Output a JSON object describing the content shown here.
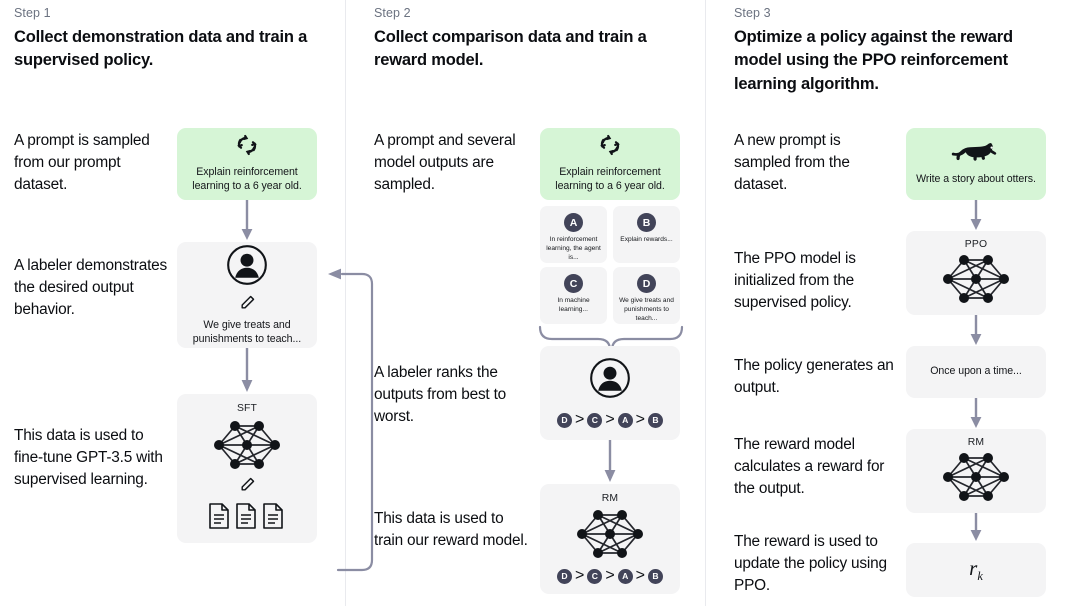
{
  "colors": {
    "prompt_box_bg": "#d6f5d6",
    "box_bg": "#f4f4f5",
    "arrow": "#8b8da3",
    "badge": "#424459",
    "divider": "#e9eaee",
    "step_label": "#6b7280"
  },
  "steps": [
    {
      "label": "Step 1",
      "title": "Collect demonstration data and train a supervised policy.",
      "captions": [
        "A prompt is sampled from our prompt dataset.",
        "A labeler demonstrates the desired output behavior.",
        "This data is used to fine-tune GPT-3.5 with supervised learning."
      ],
      "prompt_box": {
        "icon": "cycle-icon",
        "text": "Explain reinforcement learning to a 6 year old."
      },
      "labeler_box": {
        "icon": "person-icon",
        "sub_icon": "pencil-icon",
        "text": "We give treats and punishments to teach..."
      },
      "model_box": {
        "title": "SFT",
        "icon": "neural-network-icon",
        "sub_icon": "pencil-icon",
        "docs_icon": "documents-icon"
      }
    },
    {
      "label": "Step 2",
      "title": "Collect comparison data and train a reward model.",
      "captions": [
        "A prompt and several model outputs are sampled.",
        "A labeler ranks the outputs from best to worst.",
        "This data is used to train our reward model."
      ],
      "prompt_box": {
        "icon": "cycle-icon",
        "text": "Explain reinforcement learning to a 6 year old."
      },
      "options": [
        {
          "badge": "A",
          "text": "In reinforcement learning, the agent is..."
        },
        {
          "badge": "B",
          "text": "Explain rewards..."
        },
        {
          "badge": "C",
          "text": "In machine learning..."
        },
        {
          "badge": "D",
          "text": "We give treats and punishments to teach..."
        }
      ],
      "ranker_box": {
        "icon": "person-icon",
        "ranking": [
          "D",
          "C",
          "A",
          "B"
        ],
        "separator": ">"
      },
      "reward_box": {
        "title": "RM",
        "icon": "neural-network-icon",
        "ranking": [
          "D",
          "C",
          "A",
          "B"
        ],
        "separator": ">"
      }
    },
    {
      "label": "Step 3",
      "title": "Optimize a policy against the reward model using the PPO reinforcement learning algorithm.",
      "captions": [
        "A new prompt is sampled from the dataset.",
        "The PPO model is initialized from the supervised policy.",
        "The policy generates an output.",
        "The reward model calculates a reward for the output.",
        "The reward is used to update the policy using PPO."
      ],
      "prompt_box": {
        "icon": "otter-icon",
        "text": "Write a story about otters."
      },
      "ppo_box": {
        "title": "PPO",
        "icon": "neural-network-icon"
      },
      "output_box": {
        "text": "Once upon a time..."
      },
      "rm_box": {
        "title": "RM",
        "icon": "neural-network-icon"
      },
      "reward_box": {
        "value": "r",
        "subscript": "k"
      }
    }
  ]
}
